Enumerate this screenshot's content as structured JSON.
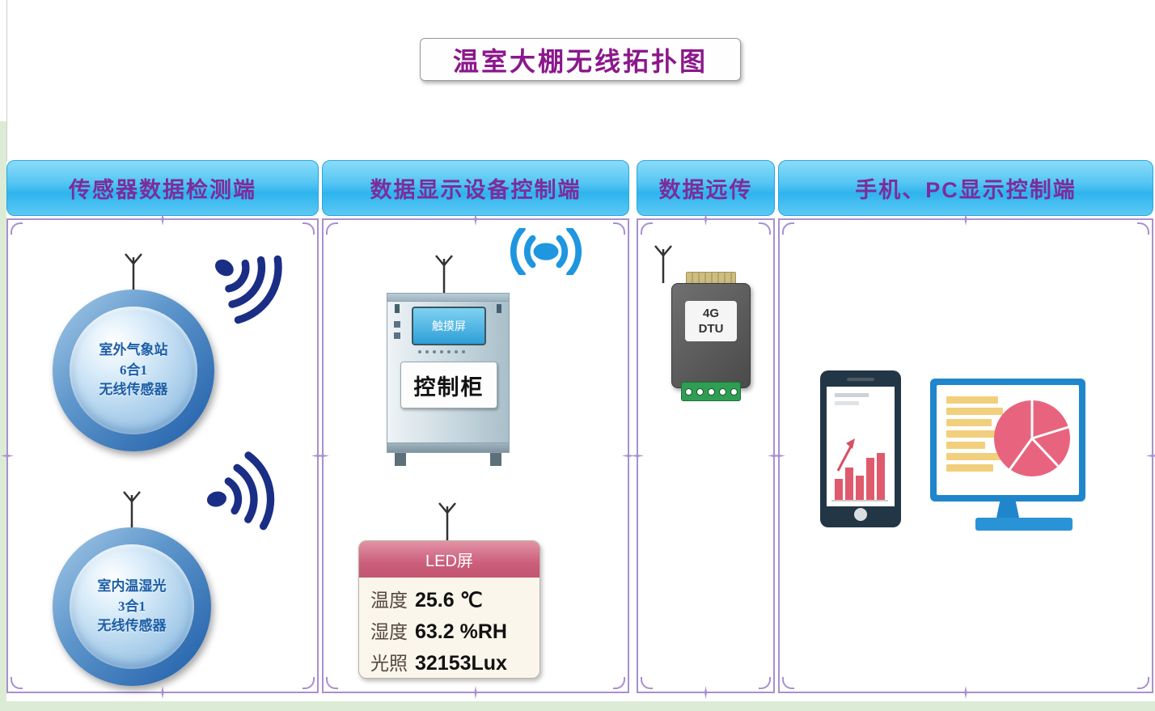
{
  "title": "温室大棚无线拓扑图",
  "column_headers": [
    "传感器数据检测端",
    "数据显示设备控制端",
    "数据远传",
    "手机、PC显示控制端"
  ],
  "sensors": [
    {
      "lines": [
        "室外气象站",
        "6合1",
        "无线传感器"
      ]
    },
    {
      "lines": [
        "室内温湿光",
        "3合1",
        "无线传感器"
      ]
    }
  ],
  "control_cabinet": {
    "screen_label": "触摸屏",
    "name_plate": "控制柜"
  },
  "dtu": {
    "lines": [
      "4G",
      "DTU"
    ]
  },
  "led_display": {
    "title": "LED屏",
    "rows": [
      {
        "label": "温度",
        "value": "25.6 ℃"
      },
      {
        "label": "湿度",
        "value": "63.2 %RH"
      },
      {
        "label": "光照",
        "value": "32153Lux"
      }
    ]
  },
  "colors": {
    "header_background": "#3ab5ee",
    "header_text": "#7b2d9b",
    "title_text": "#8b188b",
    "frame_border": "#a890cf",
    "sensor_text": "#1c5ea8",
    "signal_dark": "#1b2e85",
    "signal_blue": "#1e96e0",
    "led_header_background": "#cb5f7b",
    "dtu_terminal_green": "#2f9e52",
    "chart_pink": "#e8647e",
    "monitor_blue": "#1f86cc",
    "background_edge_green": "#dcebd5"
  }
}
